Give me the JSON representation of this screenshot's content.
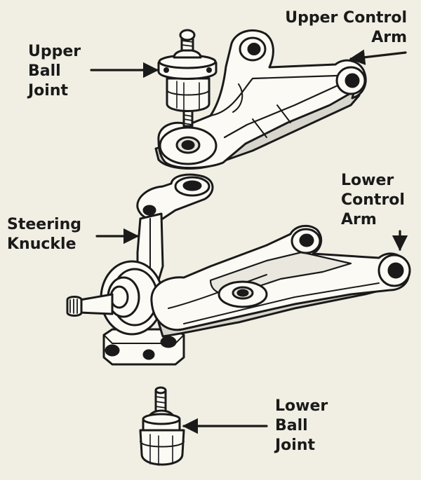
{
  "labels": {
    "upper_control_arm": [
      "Upper Control",
      "Arm"
    ],
    "upper_ball_joint": [
      "Upper",
      "Ball",
      "Joint"
    ],
    "steering_knuckle": [
      "Steering",
      "Knuckle"
    ],
    "lower_control_arm": [
      "Lower",
      "Control",
      "Arm"
    ],
    "lower_ball_joint": [
      "Lower",
      "Ball",
      "Joint"
    ]
  },
  "colors": {
    "background": "#f1eee3",
    "ink": "#1a1a1a",
    "part_fill": "#fbfaf4",
    "shade": "#8a8a86"
  }
}
